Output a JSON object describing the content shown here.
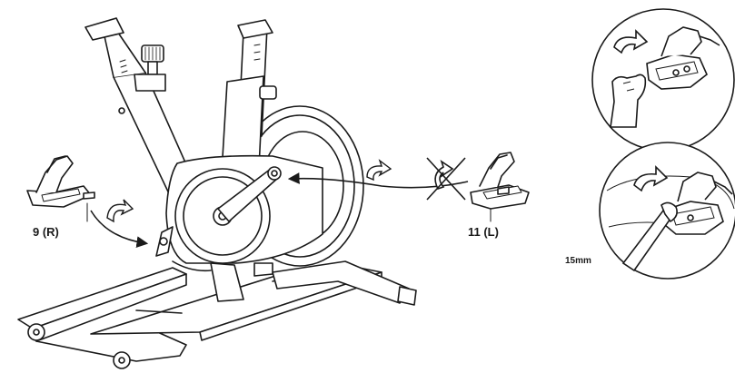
{
  "labels": {
    "right_pedal": "9 (R)",
    "left_pedal": "11 (L)",
    "wrench_size": "15mm"
  },
  "colors": {
    "line": "#1a1a1a",
    "fill": "#ffffff"
  },
  "icons": [
    "pedal-icon",
    "rotate-arrow-icon",
    "prohibited-icon",
    "hand-icon",
    "wrench-icon"
  ]
}
